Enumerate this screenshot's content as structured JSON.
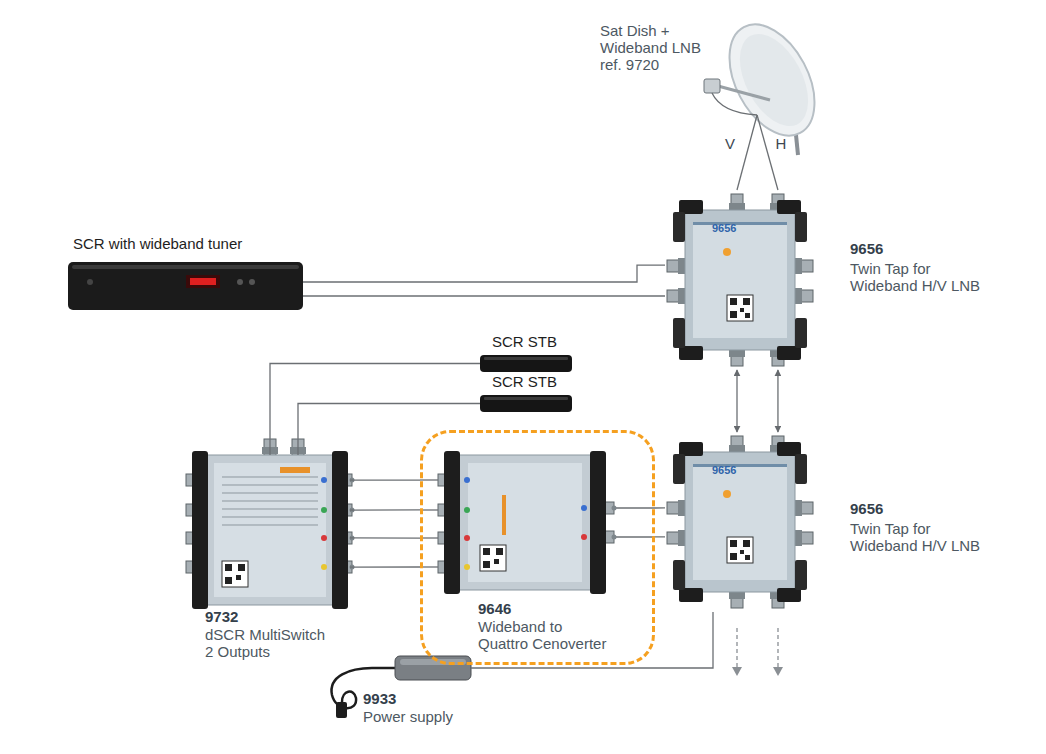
{
  "diagram": {
    "nodes": [
      {
        "text": [
          "Sat Dish + Wideband LNB ref. 9720"
        ]
      },
      {
        "text": [
          "9656",
          "Twin Tap for Wideband H/V LNB"
        ]
      },
      {
        "text": [
          "SCR with wideband tuner"
        ]
      },
      {
        "text": [
          "SCR STB"
        ]
      },
      {
        "text": [
          "SCR STB"
        ]
      },
      {
        "text": [
          "9732",
          "dSCR MultiSwitch 2 Outputs"
        ]
      },
      {
        "text": [
          "9646",
          "Wideband to Quattro Cenoverter"
        ]
      },
      {
        "text": [
          "9656",
          "Twin Tap for Wideband H/V LNB"
        ]
      },
      {
        "text": [
          "9933",
          "Power supply"
        ]
      }
    ],
    "edges": [
      {
        "from": 0,
        "to": 1,
        "label": "V",
        "arrow": "none"
      },
      {
        "from": 0,
        "to": 1,
        "label": "H",
        "arrow": "none"
      },
      {
        "from": 1,
        "to": 2,
        "arrow": "none"
      },
      {
        "from": 1,
        "to": 2,
        "arrow": "none"
      },
      {
        "from": 1,
        "to": 7,
        "arrow": "both"
      },
      {
        "from": 1,
        "to": 7,
        "arrow": "both"
      },
      {
        "from": 7,
        "to": 6,
        "arrow": "none"
      },
      {
        "from": 7,
        "to": 6,
        "arrow": "none"
      },
      {
        "from": 6,
        "to": 5,
        "arrow": "none"
      },
      {
        "from": 6,
        "to": 5,
        "arrow": "none"
      },
      {
        "from": 6,
        "to": 5,
        "arrow": "none"
      },
      {
        "from": 6,
        "to": 5,
        "arrow": "none"
      },
      {
        "from": 5,
        "to": 3,
        "arrow": "none"
      },
      {
        "from": 5,
        "to": 4,
        "arrow": "none"
      },
      {
        "from": 7,
        "to": 8,
        "arrow": "none"
      }
    ],
    "labels": [
      "9656",
      "9656"
    ]
  }
}
